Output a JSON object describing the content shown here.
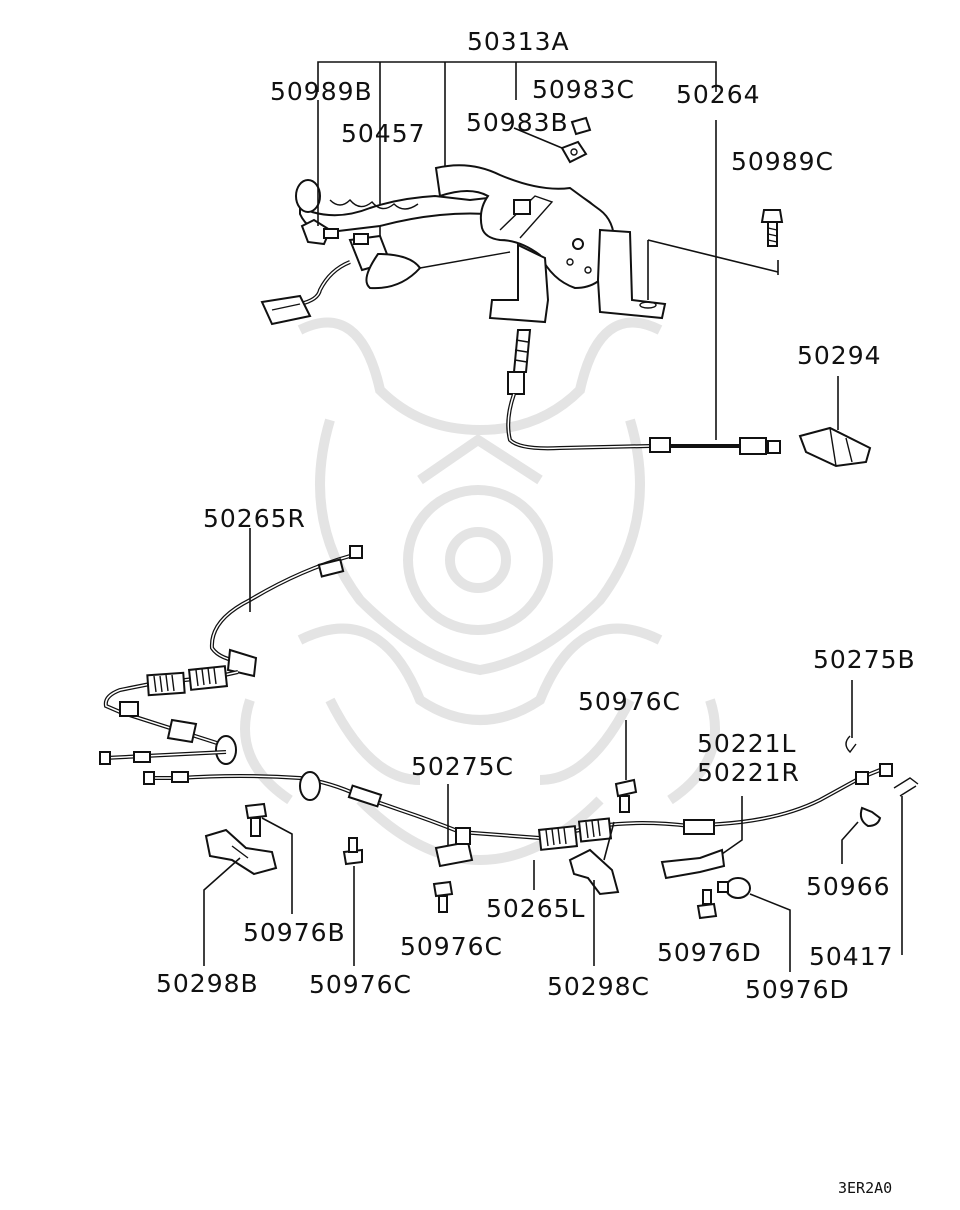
{
  "parts": {
    "p50313A": "50313A",
    "p50989B": "50989B",
    "p50983C": "50983C",
    "p50264": "50264",
    "p50983B": "50983B",
    "p50457": "50457",
    "p50989C": "50989C",
    "p50294": "50294",
    "p50265R": "50265R",
    "p50275B": "50275B",
    "p50976C_a": "50976C",
    "p50221L": "50221L",
    "p50221R": "50221R",
    "p50275C": "50275C",
    "p50966": "50966",
    "p50976B": "50976B",
    "p50265L": "50265L",
    "p50976C_b": "50976C",
    "p50976D_a": "50976D",
    "p50417": "50417",
    "p50298B": "50298B",
    "p50976C_c": "50976C",
    "p50298C": "50298C",
    "p50976D_b": "50976D"
  },
  "diagram_code": "3ER2A0"
}
